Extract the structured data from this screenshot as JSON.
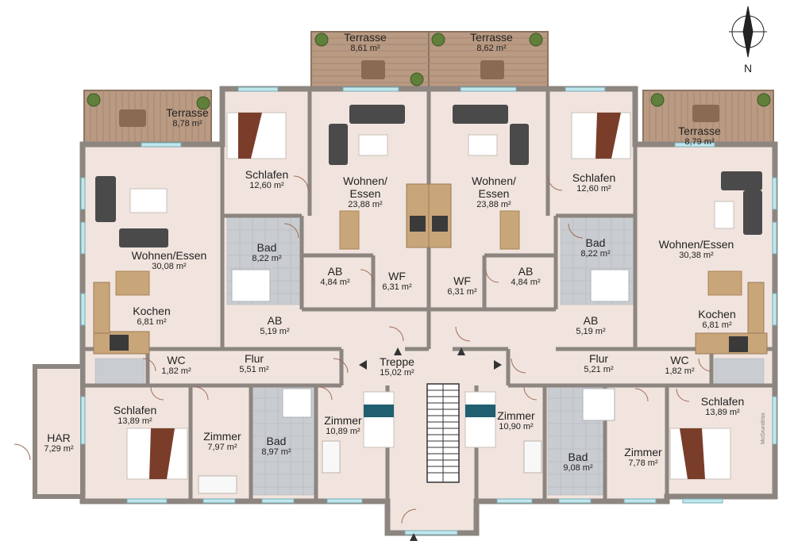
{
  "colors": {
    "wall": "#8c8580",
    "floor": "#f1e4de",
    "bath_tile": "#c9ccd0",
    "terrace": "#b99a82",
    "window": "#bfe8ee",
    "sofa": "#4a4a4a",
    "table": "#c9a57a",
    "bed_blanket": "#7a3d2a"
  },
  "rooms": [
    {
      "id": "terrasse-top-left",
      "name": "Terrasse",
      "area": "8,61 m²"
    },
    {
      "id": "terrasse-top-right",
      "name": "Terrasse",
      "area": "8,62 m²"
    },
    {
      "id": "terrasse-left",
      "name": "Terrasse",
      "area": "8,78 m²"
    },
    {
      "id": "terrasse-right",
      "name": "Terrasse",
      "area": "8,79 m²"
    },
    {
      "id": "schlafen-nw",
      "name": "Schlafen",
      "area": "12,60 m²"
    },
    {
      "id": "schlafen-ne",
      "name": "Schlafen",
      "area": "12,60 m²"
    },
    {
      "id": "wohnen-essen-nl",
      "name": "Wohnen/ Essen",
      "area": "23,88 m²"
    },
    {
      "id": "wohnen-essen-nr",
      "name": "Wohnen/ Essen",
      "area": "23,88 m²"
    },
    {
      "id": "wohnen-essen-w",
      "name": "Wohnen/Essen",
      "area": "30,08 m²"
    },
    {
      "id": "wohnen-essen-e",
      "name": "Wohnen/Essen",
      "area": "30,38 m²"
    },
    {
      "id": "bad-nw",
      "name": "Bad",
      "area": "8,22 m²"
    },
    {
      "id": "bad-ne",
      "name": "Bad",
      "area": "8,22 m²"
    },
    {
      "id": "ab-nw",
      "name": "AB",
      "area": "4,84 m²"
    },
    {
      "id": "ab-ne",
      "name": "AB",
      "area": "4,84 m²"
    },
    {
      "id": "wf-nw",
      "name": "WF",
      "area": "6,31 m²"
    },
    {
      "id": "wf-ne",
      "name": "WF",
      "area": "6,31 m²"
    },
    {
      "id": "ab-w",
      "name": "AB",
      "area": "5,19 m²"
    },
    {
      "id": "ab-e",
      "name": "AB",
      "area": "5,19 m²"
    },
    {
      "id": "kochen-w",
      "name": "Kochen",
      "area": "6,81 m²"
    },
    {
      "id": "kochen-e",
      "name": "Kochen",
      "area": "6,81 m²"
    },
    {
      "id": "wc-w",
      "name": "WC",
      "area": "1,82 m²"
    },
    {
      "id": "wc-e",
      "name": "WC",
      "area": "1,82 m²"
    },
    {
      "id": "flur-w",
      "name": "Flur",
      "area": "5,51 m²"
    },
    {
      "id": "flur-e",
      "name": "Flur",
      "area": "5,21 m²"
    },
    {
      "id": "treppe",
      "name": "Treppe",
      "area": "15,02 m²"
    },
    {
      "id": "schlafen-sw",
      "name": "Schlafen",
      "area": "13,89 m²"
    },
    {
      "id": "schlafen-se",
      "name": "Schlafen",
      "area": "13,89 m²"
    },
    {
      "id": "zimmer-sw",
      "name": "Zimmer",
      "area": "7,97 m²"
    },
    {
      "id": "zimmer-se",
      "name": "Zimmer",
      "area": "7,78 m²"
    },
    {
      "id": "bad-sw",
      "name": "Bad",
      "area": "8,97 m²"
    },
    {
      "id": "bad-se",
      "name": "Bad",
      "area": "9,08 m²"
    },
    {
      "id": "zimmer-sl",
      "name": "Zimmer",
      "area": "10,89 m²"
    },
    {
      "id": "zimmer-sr",
      "name": "Zimmer",
      "area": "10,90 m²"
    },
    {
      "id": "har",
      "name": "HAR",
      "area": "7,29 m²"
    }
  ],
  "compass": {
    "label": "N"
  },
  "credit": "McGrundriss"
}
